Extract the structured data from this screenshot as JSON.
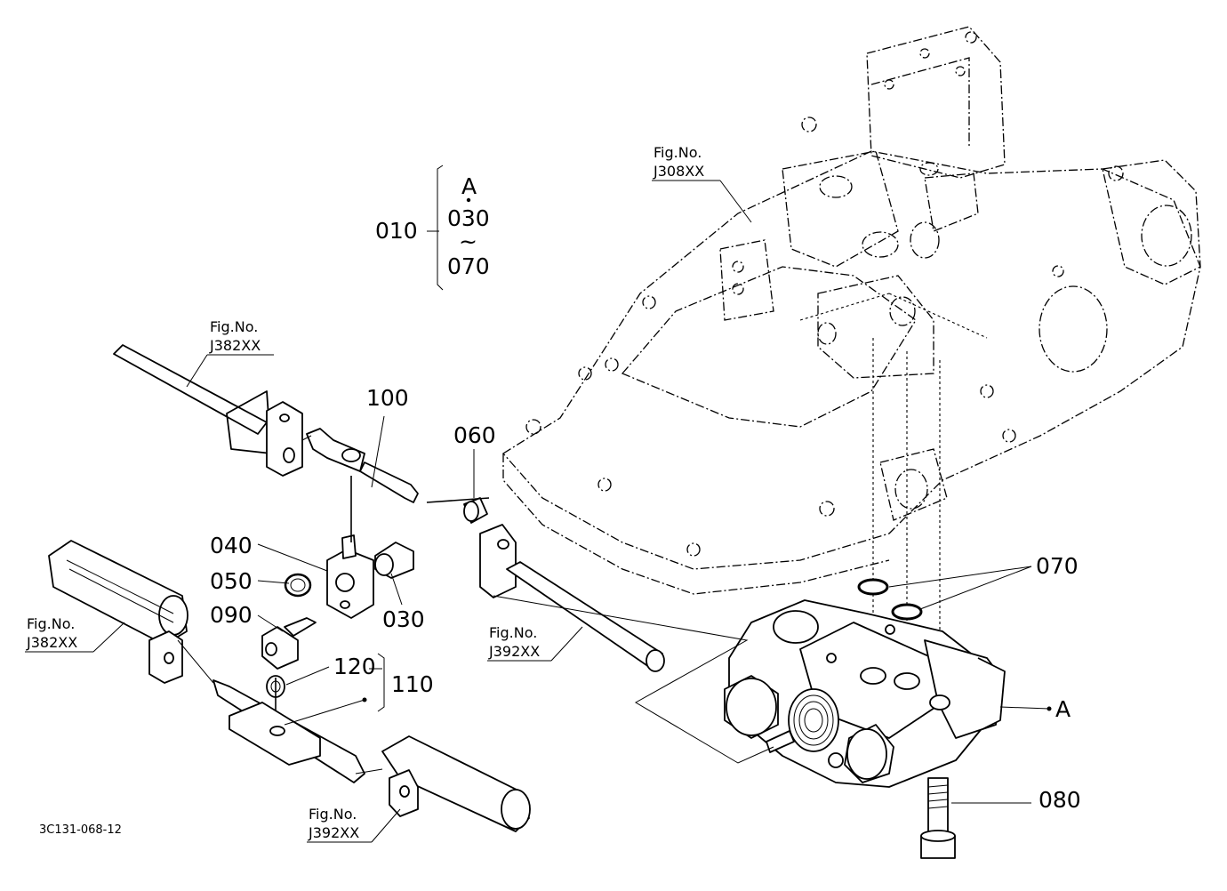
{
  "diagram": {
    "drawing_code": "3C131-068-12",
    "callouts": [
      {
        "id": "010",
        "label": "010"
      },
      {
        "id": "030",
        "label": "030"
      },
      {
        "id": "040",
        "label": "040"
      },
      {
        "id": "050",
        "label": "050"
      },
      {
        "id": "060",
        "label": "060"
      },
      {
        "id": "070",
        "label": "070"
      },
      {
        "id": "080",
        "label": "080"
      },
      {
        "id": "090",
        "label": "090"
      },
      {
        "id": "100",
        "label": "100"
      },
      {
        "id": "110",
        "label": "110"
      },
      {
        "id": "120",
        "label": "120"
      },
      {
        "id": "A",
        "label": "A"
      }
    ],
    "group_bracket": {
      "top": "A",
      "start": "030",
      "range_symbol": "~",
      "end": "070"
    },
    "figure_references": [
      {
        "caption": "Fig.No.",
        "number": "J308XX"
      },
      {
        "caption": "Fig.No.",
        "number": "J382XX"
      },
      {
        "caption": "Fig.No.",
        "number": "J382XX"
      },
      {
        "caption": "Fig.No.",
        "number": "J392XX"
      },
      {
        "caption": "Fig.No.",
        "number": "J392XX"
      }
    ]
  }
}
